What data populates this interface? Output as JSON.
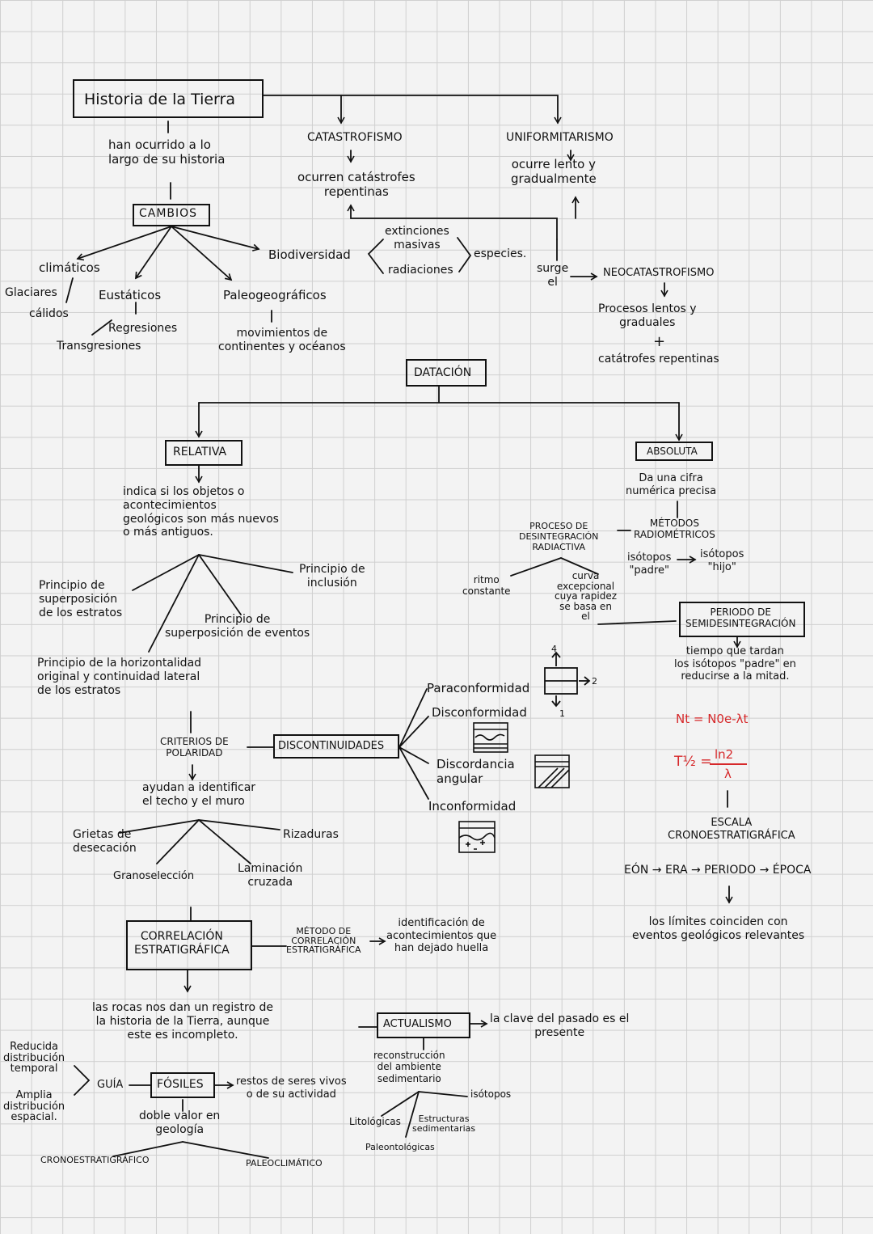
{
  "nodes": {
    "historia": "Historia de la Tierra",
    "han_ocurrido": "han ocurrido a lo\nlargo de su historia",
    "catastrofismo": "CATASTROFISMO",
    "catastrofismo_desc": "ocurren catástrofes\nrepentinas",
    "uniformitarismo": "UNIFORMITARISMO",
    "uniformitarismo_desc": "ocurre lento y\ngradualmente",
    "cambios": "CAMBIOS",
    "biodiversidad": "Biodiversidad",
    "extinciones": "extinciones\nmasivas",
    "radiaciones": "radiaciones",
    "especies": "especies.",
    "surge_el": "surge\nel",
    "neocatastrofismo": "NEOCATASTROFISMO",
    "procesos_lentos": "Procesos lentos y\ngraduales",
    "plus": "+",
    "catastrofes_rep": "catátrofes repentinas",
    "climaticos": "climáticos",
    "glaciares": "Glaciares",
    "calidos": "cálidos",
    "eustaticos": "Eustáticos",
    "regresiones": "Regresiones",
    "transgresiones": "Transgresiones",
    "paleogeograficos": "Paleogeográficos",
    "movimientos": "movimientos de\ncontinentes y océanos",
    "datacion": "DATACIÓN",
    "relativa": "RELATIVA",
    "relativa_desc": "indica si los objetos o\nacontecimientos\ngeológicos son más nuevos\no más antiguos.",
    "p_superposicion_estratos": "Principio de\nsuperposición\nde los estratos",
    "p_inclusion": "Principio de\ninclusión",
    "p_superposicion_eventos": "Principio de\nsuperposición de eventos",
    "p_horizontalidad": "Principio de la horizontalidad\noriginal y continuidad lateral\nde los estratos",
    "criterios_polaridad": "CRITERIOS DE\nPOLARIDAD",
    "ayudan": "ayudan a identificar\nel techo y el muro",
    "grietas": "Grietas de\ndesecación",
    "rizaduras": "Rizaduras",
    "granoseleccion": "Granoselección",
    "laminacion": "Laminación\ncruzada",
    "discontinuidades": "DISCONTINUIDADES",
    "paraconformidad": "Paraconformidad",
    "disconformidad": "Disconformidad",
    "discordancia": "Discordancia\nangular",
    "inconformidad": "Inconformidad",
    "num_4": "4",
    "num_1": "1",
    "num_2": "2",
    "absoluta": "ABSOLUTA",
    "absoluta_desc": "Da una cifra\nnumérica precisa",
    "metodos": "MÉTODOS\nRADIOMÉTRICOS",
    "proceso": "PROCESO DE\nDESINTEGRACIÓN\nRADIACTIVA",
    "isotopos_padre": "isótopos\n\"padre\"",
    "isotopos_hijo": "isótopos\n\"hijo\"",
    "ritmo": "ritmo\nconstante",
    "curva": "curva\nexcepcional\ncuya rapidez\nse basa en\nel",
    "periodo": "PERIODO DE\nSEMIDESINTEGRACIÓN",
    "tiempo": "tiempo que tardan\nlos isótopos \"padre\" en\nreducirse a la mitad.",
    "formula1": "Nt = N0e-λt",
    "formula2_lhs": "T½ =",
    "formula2_num": "ln2",
    "formula2_den": "λ",
    "escala": "ESCALA\nCRONOESTRATIGRÁFICA",
    "eon": "EÓN → ERA → PERIODO → ÉPOCA",
    "limites": "los límites coinciden con\neventos geológicos relevantes",
    "correlacion": "CORRELACIÓN\nESTRATIGRÁFICA",
    "metodo_corr": "MÉTODO DE\nCORRELACIÓN\nESTRATIGRÁFICA",
    "identificacion": "identificación de\nacontecimientos que\nhan dejado huella",
    "rocas": "las rocas nos dan un registro de\nla historia de la Tierra, aunque\neste es incompleto.",
    "reducida": "Reducida\ndistribución\ntemporal",
    "amplia": "Amplia\ndistribución\nespacial.",
    "guia": "GUÍA",
    "fosiles": "FÓSILES",
    "restos": "restos de seres vivos\no de su actividad",
    "doble_valor": "doble valor en\ngeología",
    "cronoestratigrafico": "CRONOESTRATIGRÁFICO",
    "paleoclimatico": "PALEOCLIMÁTICO",
    "actualismo": "ACTUALISMO",
    "clave": "la clave del pasado es el\npresente",
    "reconstruccion": "reconstrucción\ndel ambiente\nsedimentario",
    "isotopos": "isótopos",
    "litologicas": "Litológicas",
    "estructuras": "Estructuras\nsedimentarias",
    "paleontologicas": "Paleontológicas"
  }
}
